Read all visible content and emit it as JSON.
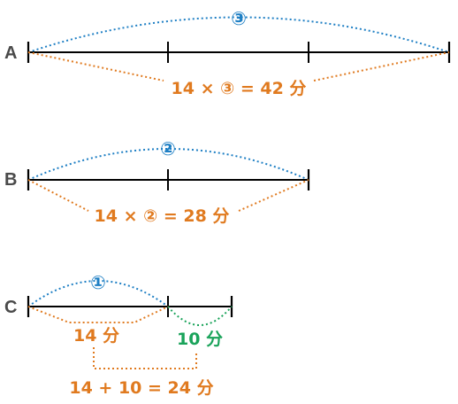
{
  "rows": {
    "a": {
      "label": "A",
      "circled": "③",
      "formula": "14 × ③ = 42 分"
    },
    "b": {
      "label": "B",
      "circled": "②",
      "formula": "14 × ② = 28 分"
    },
    "c": {
      "label": "C",
      "circled": "①",
      "part1": "14 分",
      "part2": "10 分",
      "total": "14 + 10 = 24 分"
    }
  },
  "colors": {
    "blue": "#1e7fc4",
    "orange": "#e07a1f",
    "green": "#1aa35a",
    "line": "#000000"
  }
}
